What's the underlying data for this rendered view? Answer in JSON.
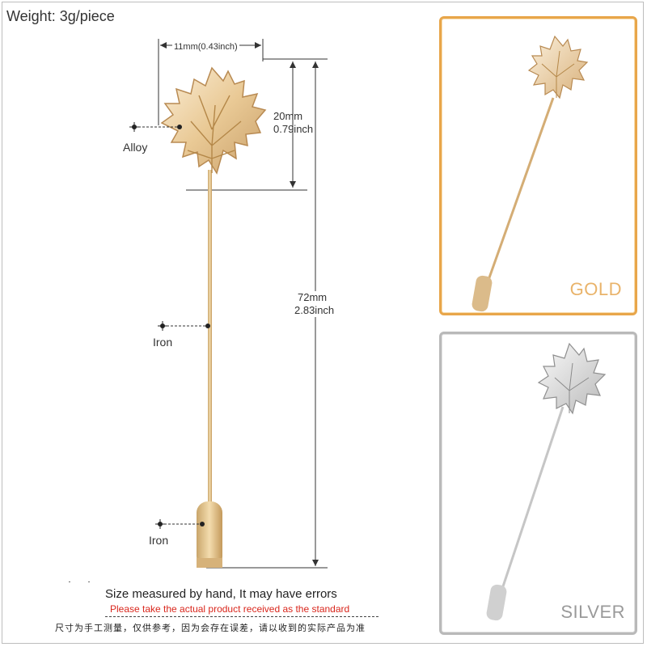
{
  "weight_label": "Weight: 3g/piece",
  "dimensions": {
    "width_label": "11mm(0.43inch)",
    "leaf_height_mm": "20mm",
    "leaf_height_inch": "0.79inch",
    "total_length_mm": "72mm",
    "total_length_inch": "2.83inch"
  },
  "callouts": {
    "leaf_material": "Alloy",
    "pin_material": "Iron",
    "cap_material": "Iron"
  },
  "variants": {
    "gold_label": "GOLD",
    "silver_label": "SILVER"
  },
  "disclaimer": {
    "line1": "Size measured by hand, It may have errors",
    "line2": "Please take the actual product received as the standard",
    "line3": "尺寸为手工测量，仅供参考，因为会存在误差，请以收到的实际产品为准"
  },
  "colors": {
    "gold_border": "#e8a64a",
    "gold_text": "#e9b36a",
    "silver_border": "#b9b9b9",
    "silver_text": "#9a9a9a",
    "warning_red": "#d9261c"
  },
  "icons": {
    "ruler_cross": "ruler-cross-icon"
  }
}
